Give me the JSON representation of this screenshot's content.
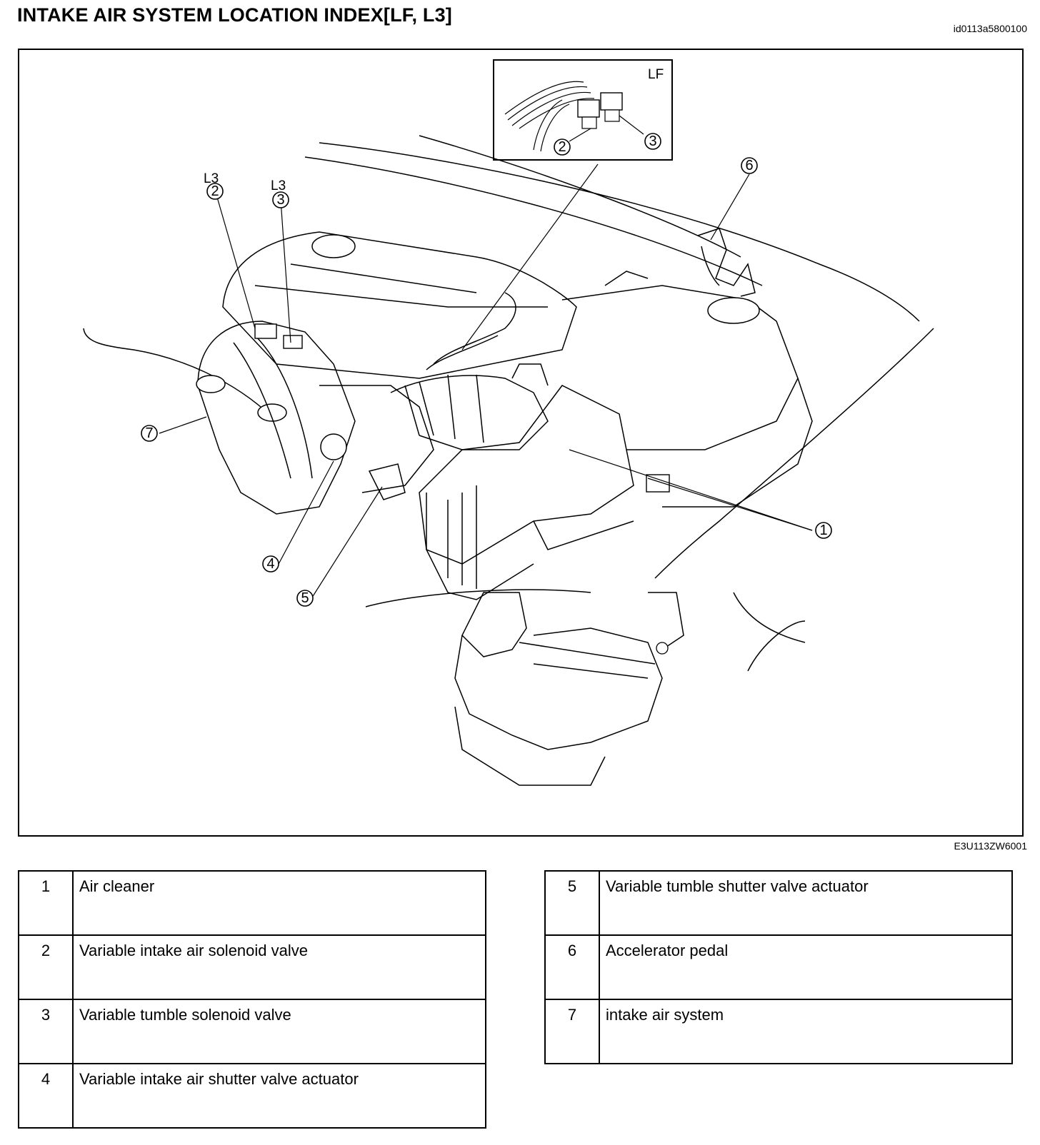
{
  "header": {
    "title": "INTAKE AIR SYSTEM LOCATION INDEX[LF, L3]",
    "doc_id": "id0113a5800100"
  },
  "figure": {
    "code": "E3U113ZW6001",
    "inset_label": "LF",
    "engine_labels": {
      "l3_a": "L3",
      "l3_b": "L3"
    },
    "callouts": [
      "1",
      "2",
      "3",
      "4",
      "5",
      "6",
      "7"
    ]
  },
  "legend": {
    "left": [
      {
        "num": "1",
        "name": "Air cleaner"
      },
      {
        "num": "2",
        "name": "Variable intake air solenoid valve"
      },
      {
        "num": "3",
        "name": "Variable tumble solenoid valve"
      },
      {
        "num": "4",
        "name": "Variable intake air shutter valve actuator"
      }
    ],
    "right": [
      {
        "num": "5",
        "name": "Variable tumble shutter valve actuator"
      },
      {
        "num": "6",
        "name": "Accelerator pedal"
      },
      {
        "num": "7",
        "name": "intake air system"
      }
    ]
  }
}
